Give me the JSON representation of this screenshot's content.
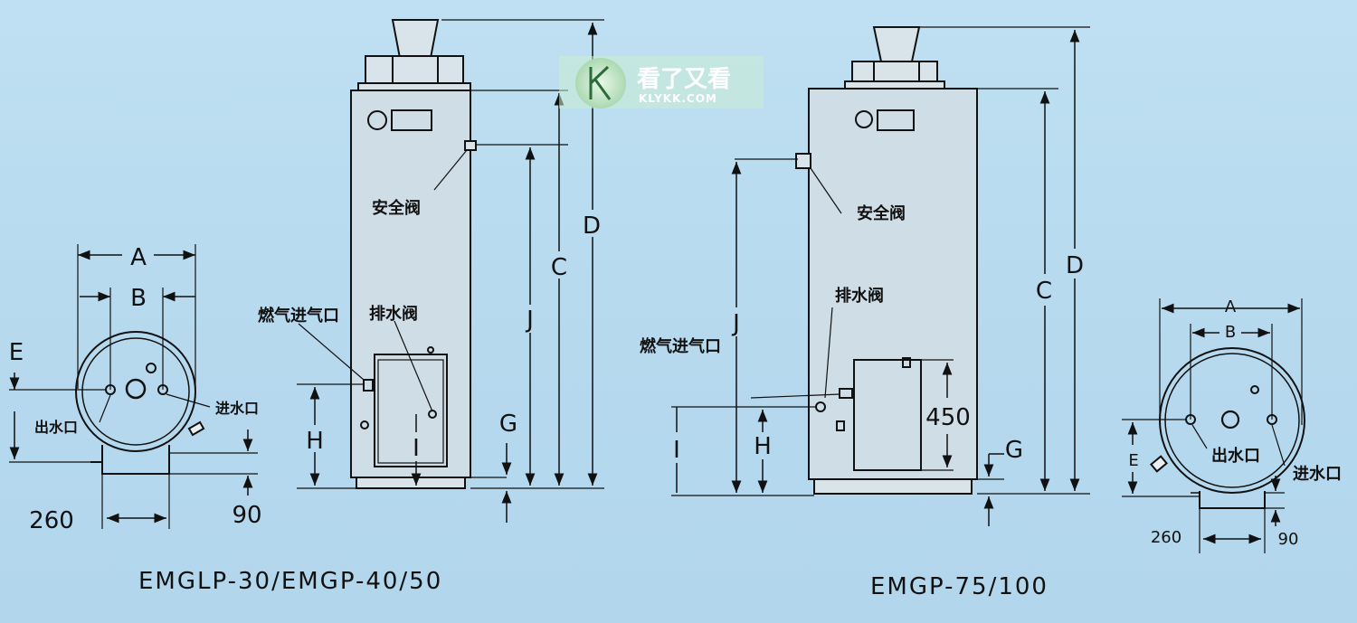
{
  "diagram": {
    "left_model": "EMGLP-30/EMGP-40/50",
    "right_model": "EMGP-75/100",
    "watermark": {
      "cn": "看了又看",
      "en": "KLYKK.COM",
      "icon": "klykk-logo-icon"
    },
    "left_top_view": {
      "dim_A": "A",
      "dim_B": "B",
      "dim_E": "E",
      "dim_260": "260",
      "dim_90": "90",
      "outlet": "出水口",
      "inlet": "进水口"
    },
    "left_side_view": {
      "safety_valve": "安全阀",
      "gas_inlet": "燃气进气口",
      "drain_valve": "排水阀",
      "dim_D": "D",
      "dim_C": "C",
      "dim_J": "J",
      "dim_H": "H",
      "dim_G": "G",
      "dim_I": "I"
    },
    "right_side_view": {
      "safety_valve": "安全阀",
      "drain_valve": "排水阀",
      "gas_inlet": "燃气进气口",
      "dim_J": "J",
      "dim_H": "H",
      "dim_I": "I",
      "dim_450": "450",
      "dim_G": "G",
      "dim_C": "C",
      "dim_D": "D"
    },
    "right_top_view": {
      "dim_A": "A",
      "dim_B": "B",
      "dim_E": "E",
      "dim_260": "260",
      "dim_90": "90",
      "outlet": "出水口",
      "inlet": "进水口"
    }
  }
}
